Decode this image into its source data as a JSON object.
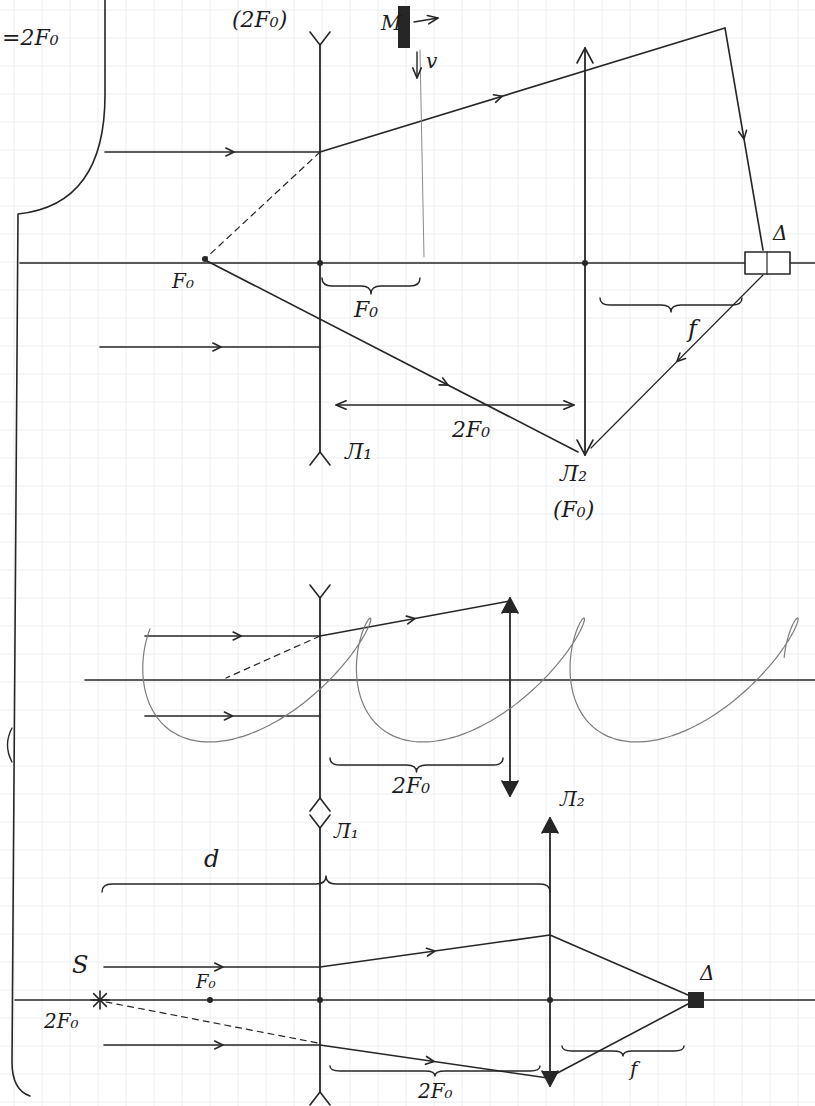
{
  "diagram": {
    "labels": [
      "=2F₀",
      "(2F₀)",
      "M",
      "v",
      "Δ",
      "F₀",
      "F₀",
      "f",
      "2F₀",
      "Л₁",
      "Л₂",
      "(F₀)",
      "2F₀",
      "d",
      "Л₁",
      "Л₂",
      "S",
      "F₀",
      "2F₀",
      "2F₀",
      "f",
      "Δ"
    ]
  }
}
